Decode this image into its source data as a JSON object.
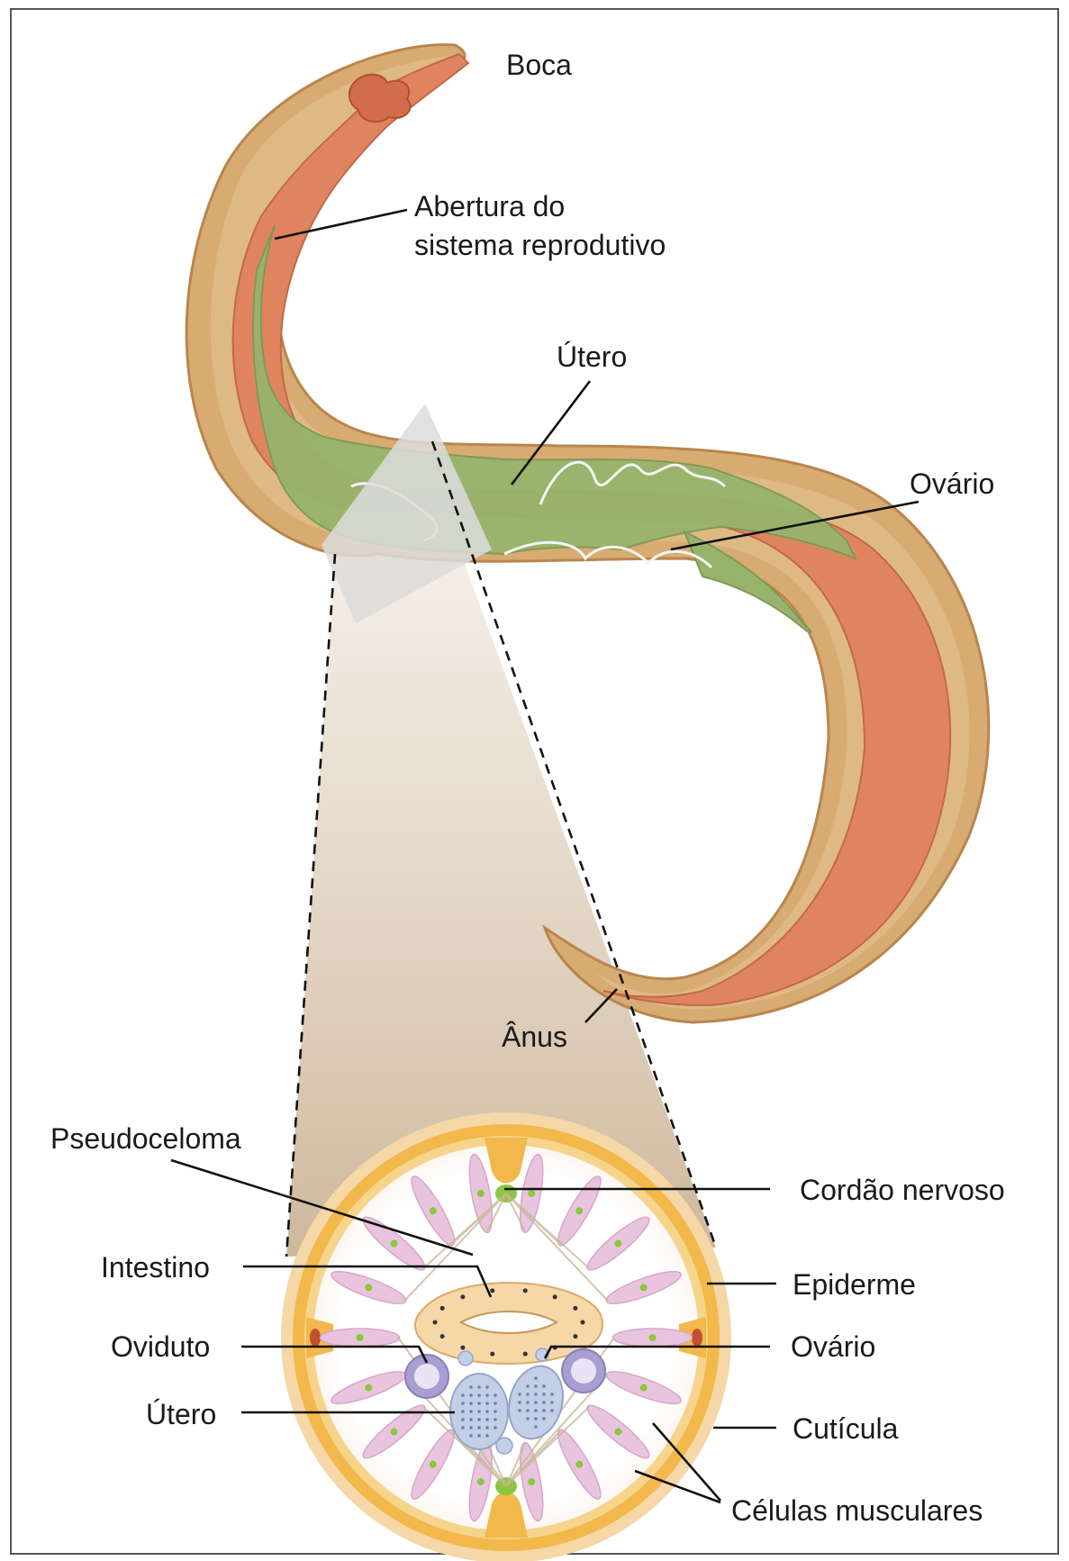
{
  "figure": {
    "worm_labels": {
      "mouth": "Boca",
      "reproductive_opening_line1": "Abertura do",
      "reproductive_opening_line2": "sistema reprodutivo",
      "uterus": "Útero",
      "ovary": "Ovário",
      "anus": "Ânus"
    },
    "section_labels": {
      "pseudocoelom": "Pseudoceloma",
      "intestine": "Intestino",
      "oviduct": "Oviduto",
      "uterus": "Útero",
      "nerve_cord": "Cordão nervoso",
      "epidermis": "Epiderme",
      "ovary": "Ovário",
      "cuticle": "Cutícula",
      "muscle_cells": "Células musculares"
    },
    "colors": {
      "body_wall": "#d8ab72",
      "body_edge": "#b8864d",
      "intestine": "#e08460",
      "reproductive": "#98b46c",
      "muscle": "#e9c4de",
      "nuclei": "#8cc63f",
      "section_outer": "#f5d7a8",
      "section_ring": "#f2b84b",
      "egg": "#c3cfe6",
      "ovary_section": "#a89ed0"
    }
  }
}
